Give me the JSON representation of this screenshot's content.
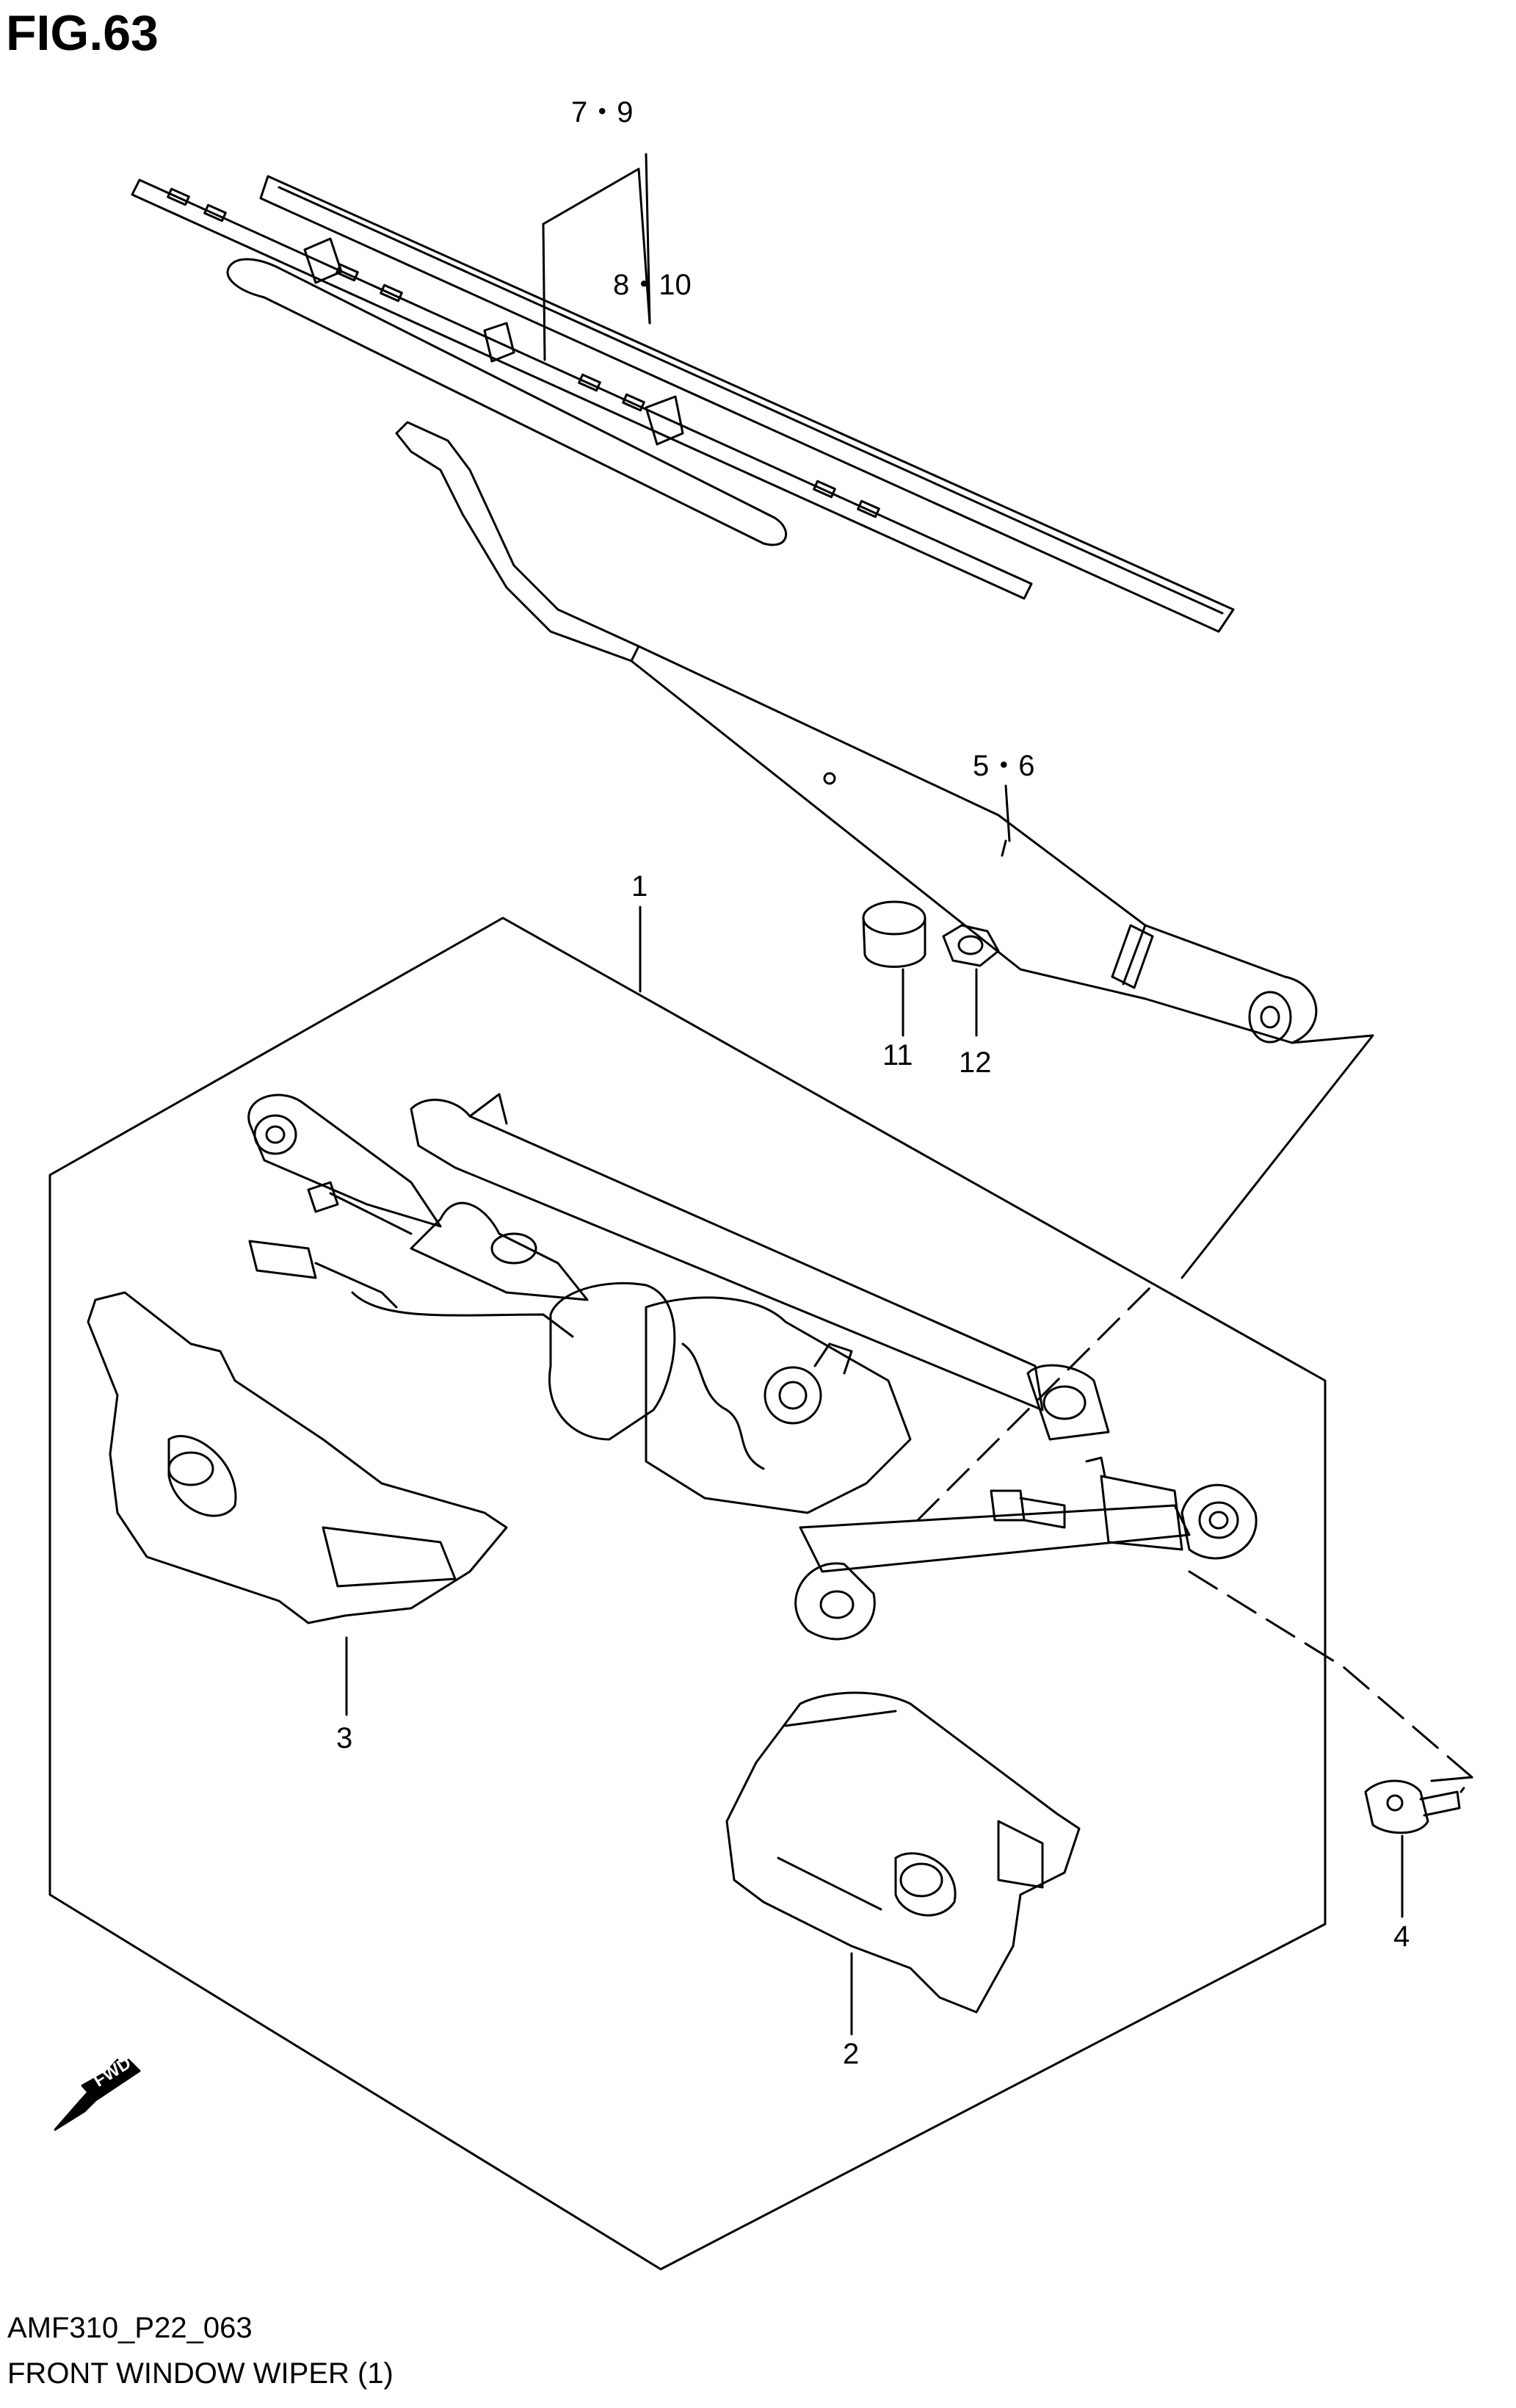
{
  "figure": {
    "title": "FIG.63"
  },
  "callouts": {
    "c1": "1",
    "c2": "2",
    "c3": "3",
    "c4": "4",
    "c5_6": "5・6",
    "c7_9": "7・9",
    "c8_10": "8・10",
    "c11": "11",
    "c12": "12"
  },
  "fwd_label": "FWD",
  "footer": {
    "code": "AMF310_P22_063",
    "caption": "FRONT WINDOW WIPER (1)"
  },
  "colors": {
    "line": "#000000",
    "background": "#ffffff"
  }
}
